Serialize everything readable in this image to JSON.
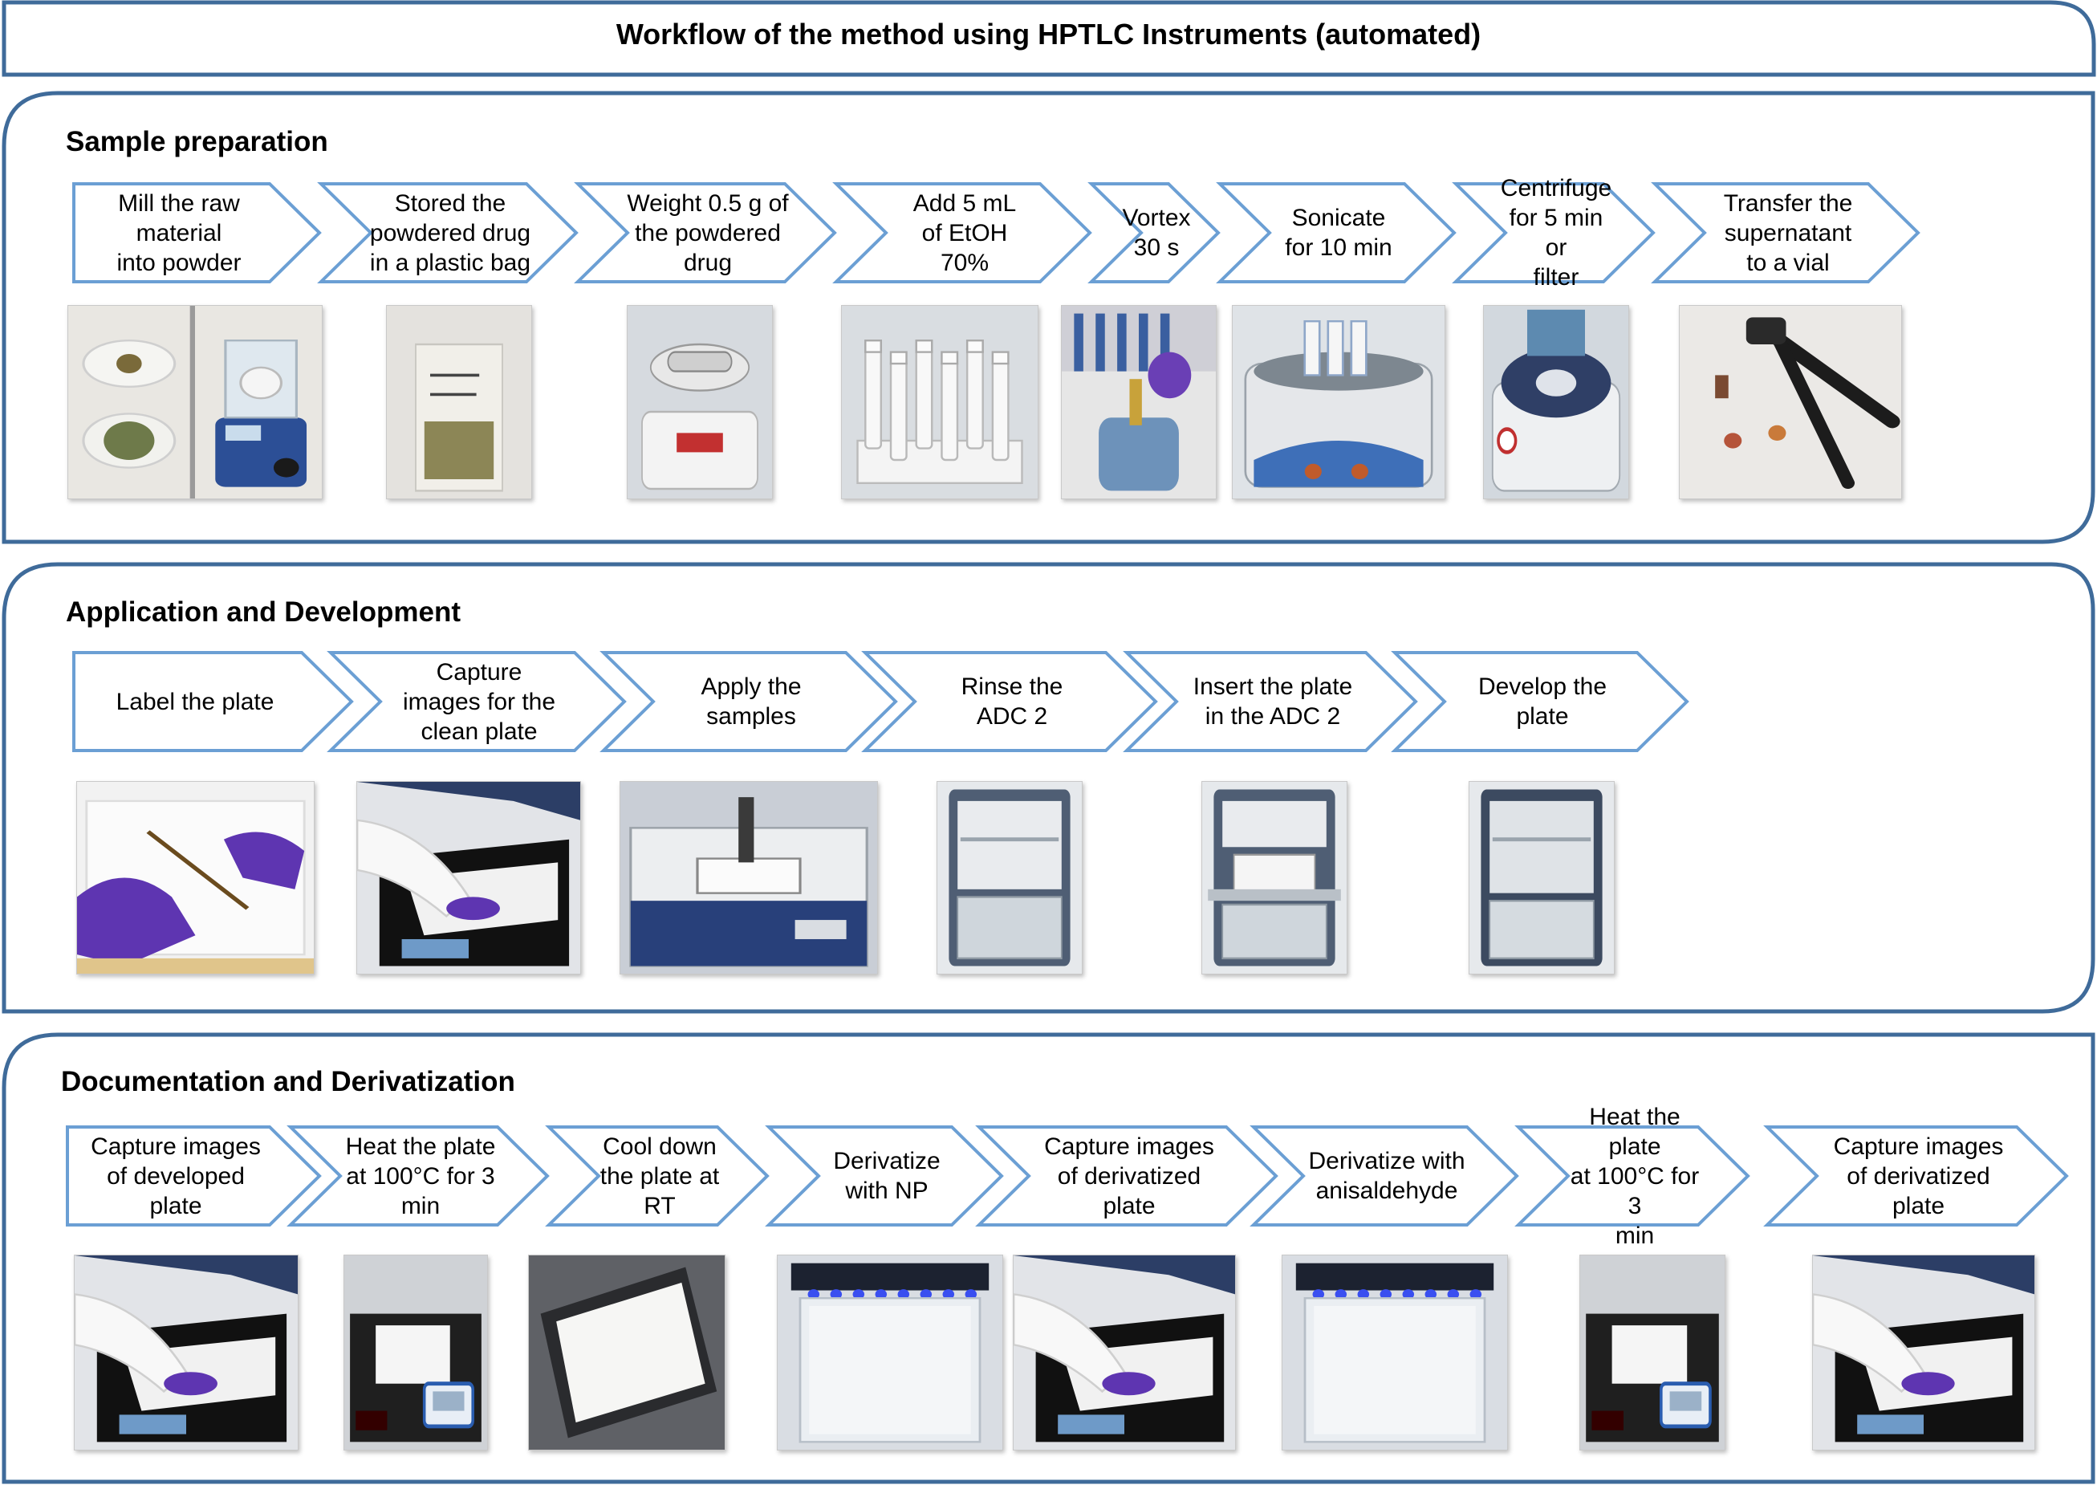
{
  "title": "Workflow of the method using HPTLC Instruments (automated)",
  "colors": {
    "outline": "#3f6b9a",
    "arrow_stroke": "#6b9fd4",
    "arrow_fill": "#ffffff",
    "text": "#000000"
  },
  "sections": [
    {
      "name": "Sample preparation",
      "steps": [
        {
          "label": "Mill the raw material\ninto powder",
          "photo": "mill-and-grinder-photo"
        },
        {
          "label": "Stored the\npowdered drug\nin a plastic bag",
          "photo": "plastic-bag-photo"
        },
        {
          "label": "Weight 0.5 g of\nthe powdered\ndrug",
          "photo": "balance-photo"
        },
        {
          "label": "Add 5 mL\nof EtOH\n70%",
          "photo": "tube-rack-photo"
        },
        {
          "label": "Vortex\n30 s",
          "photo": "vortex-photo"
        },
        {
          "label": "Sonicate\nfor 10 min",
          "photo": "sonicator-photo"
        },
        {
          "label": "Centrifuge\nfor 5 min or\nfilter",
          "photo": "centrifuge-photo"
        },
        {
          "label": "Transfer the\nsupernatant\nto a vial",
          "photo": "vial-crimper-photo"
        }
      ]
    },
    {
      "name": "Application and Development",
      "steps": [
        {
          "label": "Label the plate",
          "photo": "labeling-plate-photo"
        },
        {
          "label": "Capture\nimages for the\nclean plate",
          "photo": "visualizer-photo"
        },
        {
          "label": "Apply the\nsamples",
          "photo": "sampler-photo"
        },
        {
          "label": "Rinse the\nADC 2",
          "photo": "adc2-photo"
        },
        {
          "label": "Insert the plate\nin the ADC 2",
          "photo": "adc2-open-photo"
        },
        {
          "label": "Develop the\nplate",
          "photo": "adc2-closed-photo"
        }
      ]
    },
    {
      "name": "Documentation and Derivatization",
      "steps": [
        {
          "label": "Capture images\nof developed\nplate",
          "photo": "visualizer-photo"
        },
        {
          "label": "Heat the plate\nat 100°C for 3\nmin",
          "photo": "heater-photo"
        },
        {
          "label": "Cool down\nthe plate at\nRT",
          "photo": "cooling-plate-photo"
        },
        {
          "label": "Derivatize\nwith NP",
          "photo": "derivatizer-photo"
        },
        {
          "label": "Capture images\nof derivatized\nplate",
          "photo": "visualizer-photo"
        },
        {
          "label": "Derivatize with\nanisaldehyde",
          "photo": "derivatizer-photo"
        },
        {
          "label": "Heat the plate\nat 100°C for 3\nmin",
          "photo": "heater-photo"
        },
        {
          "label": "Capture images\nof derivatized\nplate",
          "photo": "visualizer-photo"
        }
      ]
    }
  ]
}
